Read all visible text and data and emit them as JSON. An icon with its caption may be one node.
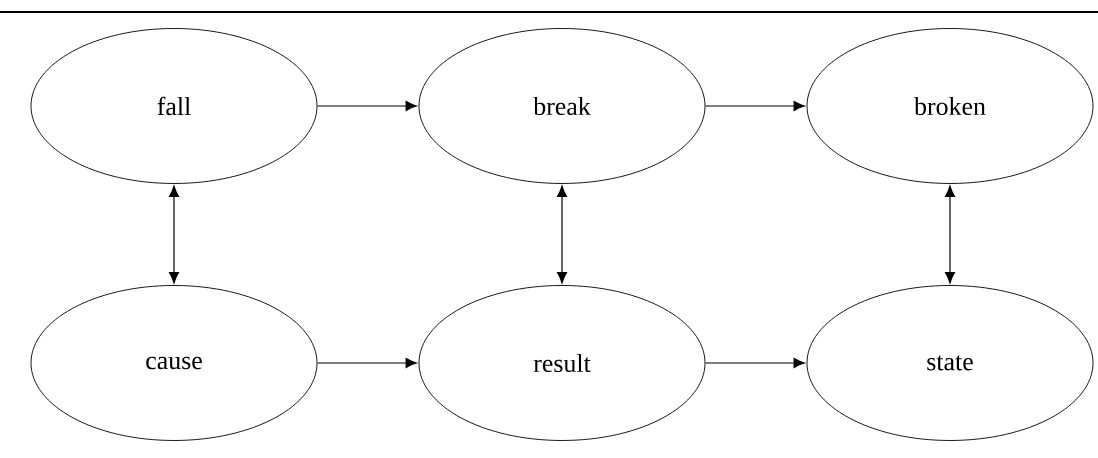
{
  "diagram": {
    "nodes": [
      {
        "text": [
          "fall"
        ]
      },
      {
        "text": [
          "break"
        ]
      },
      {
        "text": [
          "broken"
        ]
      },
      {
        "text": [
          "cause"
        ]
      },
      {
        "text": [
          "result"
        ]
      },
      {
        "text": [
          "state"
        ]
      }
    ],
    "edges": [
      {
        "from": 0,
        "to": 1,
        "arrow": "to"
      },
      {
        "from": 1,
        "to": 2,
        "arrow": "to"
      },
      {
        "from": 3,
        "to": 4,
        "arrow": "to"
      },
      {
        "from": 4,
        "to": 5,
        "arrow": "to"
      },
      {
        "from": 0,
        "to": 3,
        "arrow": "both"
      },
      {
        "from": 1,
        "to": 4,
        "arrow": "both"
      },
      {
        "from": 2,
        "to": 5,
        "arrow": "both"
      }
    ]
  }
}
